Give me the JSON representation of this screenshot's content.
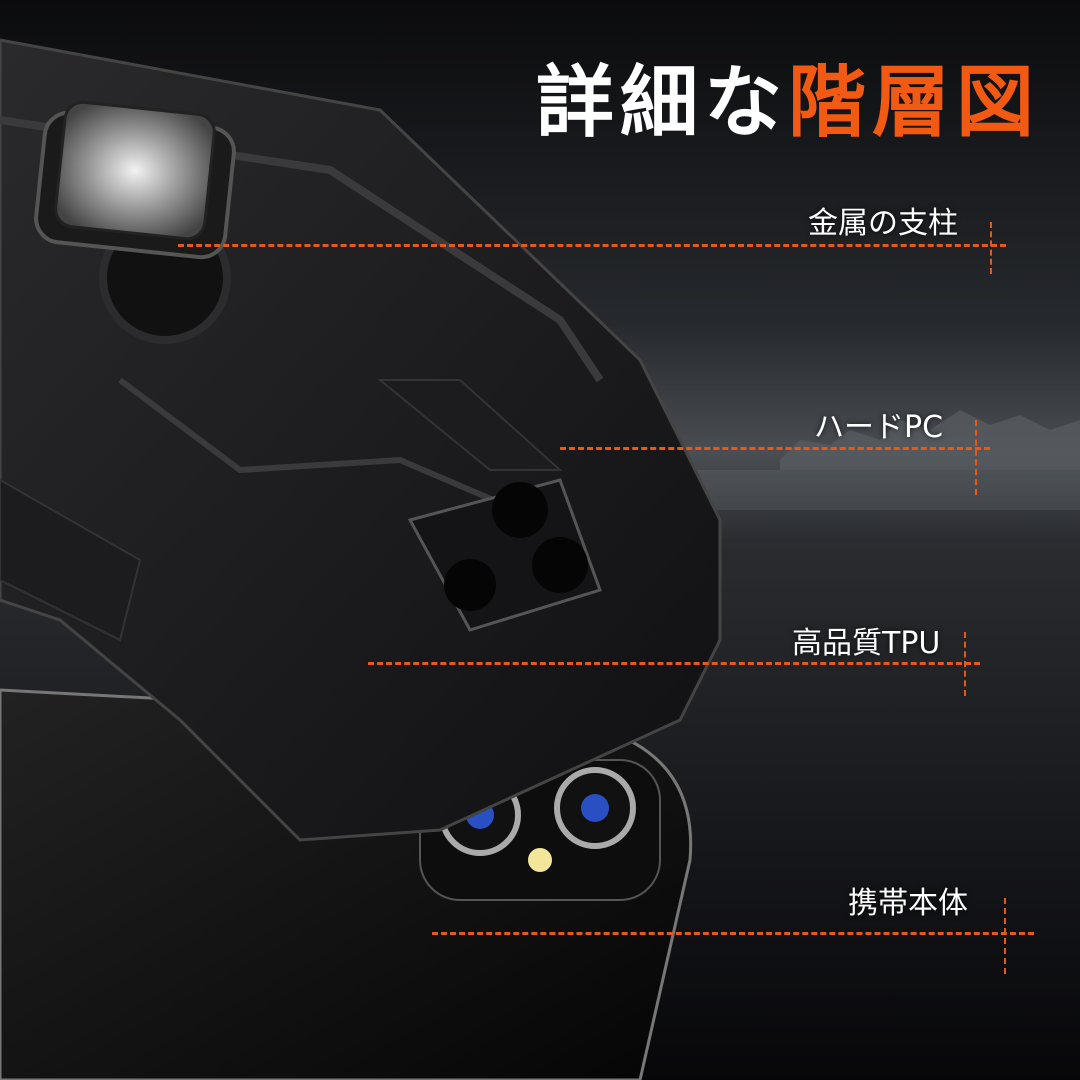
{
  "title": {
    "part1": "詳細な",
    "part2": "階層図"
  },
  "layers": [
    {
      "label": "金属の支柱"
    },
    {
      "label": "ハードPC"
    },
    {
      "label": "高品質TPU"
    },
    {
      "label": "携帯本体"
    }
  ],
  "colors": {
    "accent": "#f25a14",
    "text": "#ffffff",
    "background": "#0c0c0e"
  }
}
